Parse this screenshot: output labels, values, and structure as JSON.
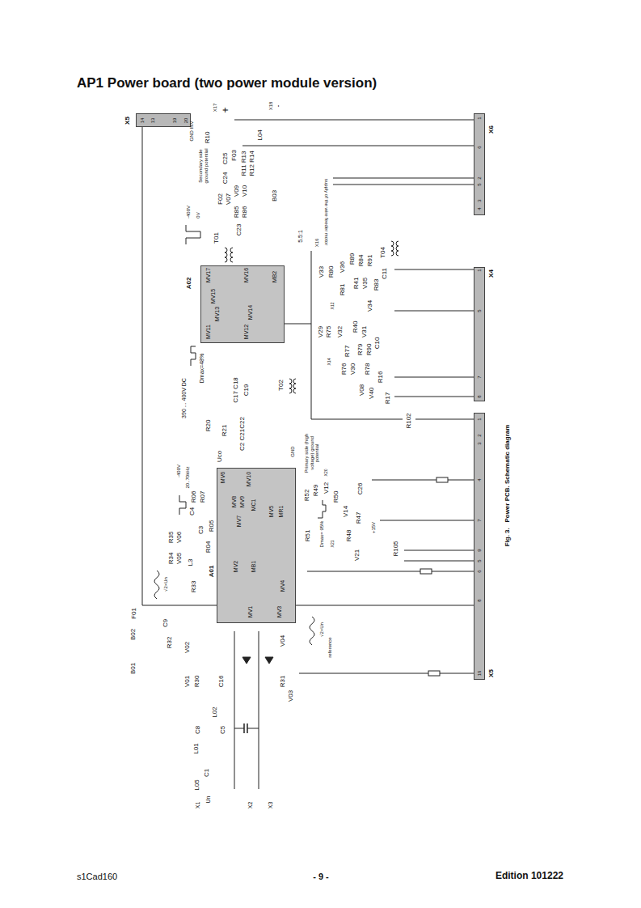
{
  "diagram": {
    "title": "AP1 Power board (two power module version)",
    "caption": "Fig. 3.   Power PCB. Schematic diagram",
    "nodes": [
      {
        "text": [
          "X5",
          "14",
          "13",
          "19",
          "20"
        ]
      },
      {
        "text": [
          "X6",
          "1",
          "6",
          "2",
          "5",
          "3",
          "4"
        ]
      },
      {
        "text": [
          "X4",
          "1",
          "5",
          "7",
          "8"
        ]
      },
      {
        "text": [
          "X5",
          "1",
          "2",
          "3",
          "4",
          "7",
          "9",
          "5",
          "6",
          "8",
          "16"
        ]
      },
      {
        "text": [
          "A02",
          "MV17",
          "MV15",
          "MV13",
          "MV11",
          "MV16",
          "MV14",
          "MV12",
          "MB2"
        ]
      },
      {
        "text": [
          "A01",
          "MV6",
          "MV10",
          "MV8",
          "MV9",
          "MV7",
          "MC1",
          "MV5",
          "MR1",
          "MB1",
          "MV2",
          "MV4",
          "MV1",
          "MV3"
        ]
      }
    ],
    "edges": [
      {
        "from": 0,
        "to": 5,
        "arrow": "none"
      },
      {
        "from": 5,
        "to": 3,
        "arrow": "none"
      }
    ],
    "labels": [
      "GND INV",
      "Secondary side ground potential",
      "X17",
      "+",
      "X18",
      "-",
      "R10",
      "L04",
      "F03",
      "C25",
      "C24",
      "R11 R13",
      "R12 R14",
      "F02",
      "V07",
      "V09",
      "V10",
      "R85",
      "R86",
      "B03",
      "C23",
      "-400V",
      "0V",
      "T01",
      "5.5:1",
      "supply of the wire feeder motor",
      "X16",
      "Dmax=48%",
      "390 ... 400V DC",
      "C17 C18",
      "C19",
      "T02",
      "R20",
      "R21",
      "C2 C21C22",
      "Uco",
      "GND",
      "Primary side (high voltage) ground potential",
      "X20",
      "-400V",
      "20..70kHz",
      "R06",
      "R07",
      "C4",
      "C3",
      "R04",
      "R05",
      "L3",
      "R33",
      "V05",
      "V06",
      "R34",
      "R35",
      "√2×Un",
      "B02",
      "F01",
      "C9",
      "R32",
      "B01",
      "V02",
      "V01",
      "R30",
      "V04",
      "R31",
      "V03",
      "reference",
      "√2×Un",
      "L02",
      "C16",
      "C8",
      "C5",
      "L01",
      "C1",
      "L05",
      "X1",
      "Un",
      "X2",
      "X3",
      "R52",
      "R49",
      "V12",
      "R50",
      "C26",
      "V14",
      "R47",
      "R51",
      "Dmax= 95%",
      "X21",
      "R48",
      "V21",
      "+15V",
      "R105",
      "V33",
      "R80",
      "V36",
      "R89",
      "R84",
      "R91",
      "T04",
      "R81",
      "R41",
      "V35",
      "V34",
      "R83",
      "C11",
      "X12",
      "V29",
      "R75",
      "V32",
      "R40",
      "V31",
      "R77",
      "R79",
      "R90",
      "C10",
      "X14",
      "R76",
      "V30",
      "R78",
      "V08",
      "V40",
      "R16",
      "R17",
      "R102",
      "s1Cad160",
      "- 9 -",
      "Edition 101222"
    ]
  }
}
